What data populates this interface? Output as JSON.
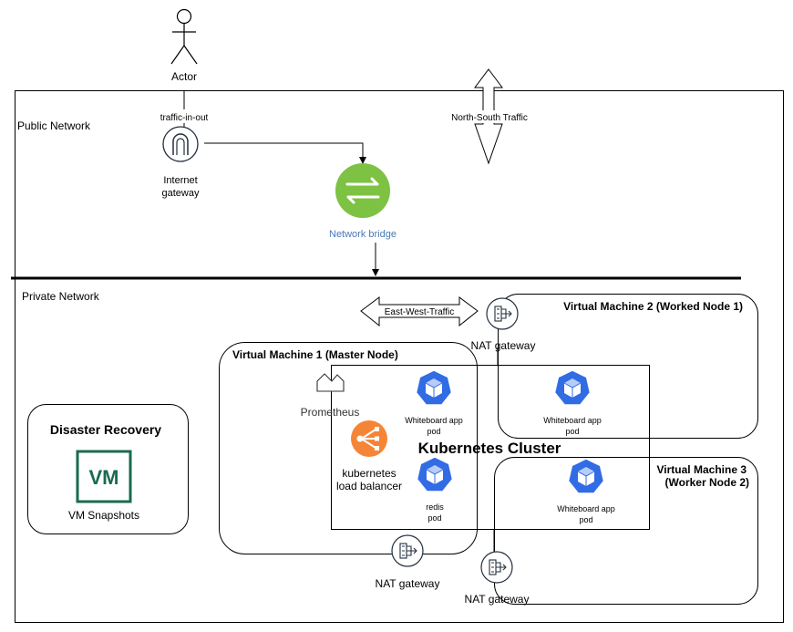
{
  "actor": {
    "label": "Actor"
  },
  "public_network": {
    "label": "Public Network"
  },
  "traffic": {
    "in_out": "traffic-in-out",
    "north_south": "North-South Traffic",
    "east_west": "East-West-Traffic"
  },
  "internet_gateway": {
    "line1": "Internet",
    "line2": "gateway"
  },
  "network_bridge": {
    "label": "Network bridge",
    "color": "#7dc243"
  },
  "private_network": {
    "label": "Private Network"
  },
  "vm1": {
    "label": "Virtual Machine 1 (Master Node)"
  },
  "vm2": {
    "label": "Virtual Machine 2 (Worked Node 1)"
  },
  "vm3": {
    "line1": "Virtual Machine 3",
    "line2": "(Worker Node 2)"
  },
  "kubernetes_cluster": {
    "label": "Kubernetes Cluster",
    "pod_color": "#326ce5"
  },
  "prometheus": {
    "label": "Prometheus"
  },
  "load_balancer": {
    "line1": "kubernetes",
    "line2": "load balancer",
    "color": "#f58536"
  },
  "pods": {
    "whiteboard_vm1": {
      "line1": "Whiteboard app",
      "line2": "pod"
    },
    "whiteboard_vm2": {
      "line1": "Whiteboard app",
      "line2": "pod"
    },
    "whiteboard_vm3": {
      "line1": "Whiteboard app",
      "line2": "pod"
    },
    "redis": {
      "line1": "redis",
      "line2": "pod"
    }
  },
  "nat_gateways": {
    "top": "NAT gateway",
    "vm1": "NAT gateway",
    "vm3": "NAT gateway"
  },
  "disaster_recovery": {
    "title": "Disaster Recovery",
    "vm_icon_text": "VM",
    "snapshots_label": "VM Snapshots",
    "vm_icon_color": "#1a6b50"
  }
}
